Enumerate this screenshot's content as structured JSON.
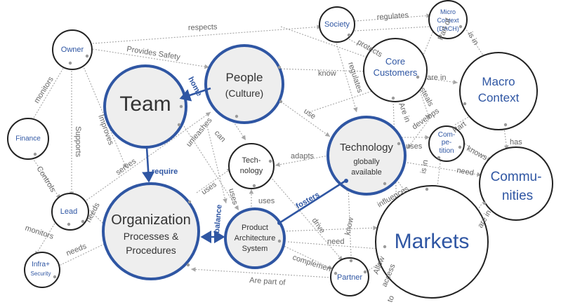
{
  "nodes": {
    "owner": "Owner",
    "finance": "Finance",
    "lead": "Lead",
    "infra_line1": "Infra+",
    "infra_line2": "Security",
    "team": "Team",
    "people_line1": "People",
    "people_line2": "(Culture)",
    "organization_line1": "Organization",
    "organization_line2": "Processes &",
    "organization_line3": "Procedures",
    "tech_small_line1": "Tech-",
    "tech_small_line2": "nology",
    "product_line1": "Product",
    "product_line2": "Architecture",
    "product_line3": "System",
    "technology_line1": "Technology",
    "technology_line2": "globally",
    "technology_line3": "available",
    "society": "Society",
    "core_customers_line1": "Core",
    "core_customers_line2": "Customers",
    "micro_line1": "Micro",
    "micro_line2": "Context",
    "micro_line3": "(DACH)",
    "macro_line1": "Macro",
    "macro_line2": "Context",
    "competition_line1": "Com-",
    "competition_line2": "pe-",
    "competition_line3": "tition",
    "communities_line1": "Commu-",
    "communities_line2": "nities",
    "markets": "Markets",
    "partner": "Partner"
  },
  "edges": {
    "respects": "respects",
    "provides_safety": "Provides Safety",
    "monitors_owner": "monitors",
    "supports": "Supports",
    "improves": "Improves",
    "controls": "Controls",
    "monitors_lead": "monitors",
    "needs_lead": "needs",
    "needs_infra": "needs",
    "serves": "serves",
    "regulates_top": "regulates",
    "protects": "protects",
    "regulates_mid": "regulates",
    "part_of": "Part of",
    "is_in_micro": "is in",
    "know": "know",
    "are_in_core": "are in",
    "steals": "steals",
    "use": "use",
    "can": "can",
    "unleashes": "unleashes",
    "uses_tech": "uses",
    "uses_org": "uses",
    "uses_left": "uses",
    "uses_product": "uses",
    "adapts": "adapts",
    "are_in_comp": "Are in",
    "develops": "develops",
    "part_comp": "Part",
    "uses_comp": "uses",
    "knows": "knows",
    "has": "has",
    "need_comm": "need",
    "is_in_markets": "is in",
    "influences": "influences",
    "know_partner": "know",
    "drive": "drive",
    "need_product": "need",
    "complement": "complement",
    "are_part_of": "Are part of",
    "allow_access_line1": "Allow",
    "allow_access_line2": "access",
    "allow_access_line3": "to",
    "are_in_comm": "are in"
  },
  "strong_edges": {
    "home": "home",
    "require": "require",
    "balance": "balance",
    "fosters": "fosters"
  },
  "colors": {
    "accent": "#2f56a3",
    "node_fill": "#eeeeee",
    "edge": "#a6a6a6",
    "text": "#333333"
  }
}
